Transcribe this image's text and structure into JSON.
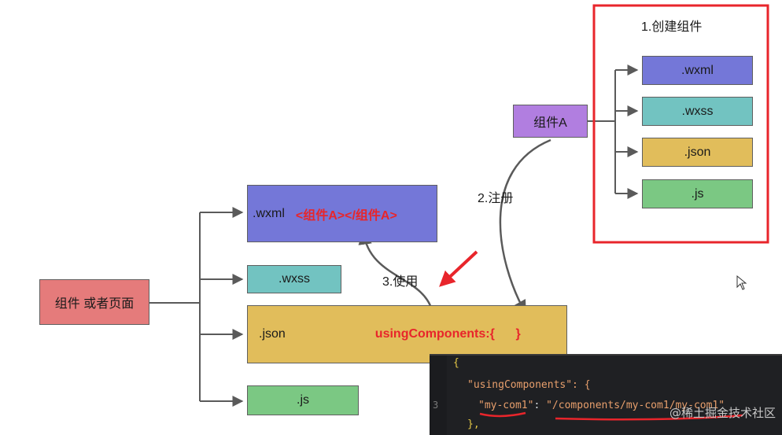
{
  "left_tree": {
    "root": "组件 或者页面",
    "wxml": ".wxml",
    "wxml_code": "<组件A></组件A>",
    "wxss": ".wxss",
    "json": ".json",
    "json_code": "usingComponents:{      }",
    "js": ".js"
  },
  "right_tree": {
    "title": "1.创建组件",
    "root": "组件A",
    "wxml": ".wxml",
    "wxss": ".wxss",
    "json": ".json",
    "js": ".js"
  },
  "steps": {
    "register": "2.注册",
    "use": "3.使用"
  },
  "code_panel": {
    "lines": [
      {
        "num": "",
        "text": "{"
      },
      {
        "num": "",
        "text": "\"usingComponents\": {"
      },
      {
        "num": "3",
        "key": "\"my-com1\"",
        "sep": ": ",
        "value": "\"/components/my-com1/my-com1\""
      },
      {
        "num": "",
        "text": "},"
      }
    ]
  },
  "watermark": "@稀土掘金技术社区",
  "colors": {
    "purple": "#7477d8",
    "teal": "#72c3c1",
    "yellow": "#e1bd5b",
    "green": "#7bc883",
    "pink": "#e57b7b",
    "violet": "#b17ee0",
    "highlight_red": "#e8252b"
  }
}
